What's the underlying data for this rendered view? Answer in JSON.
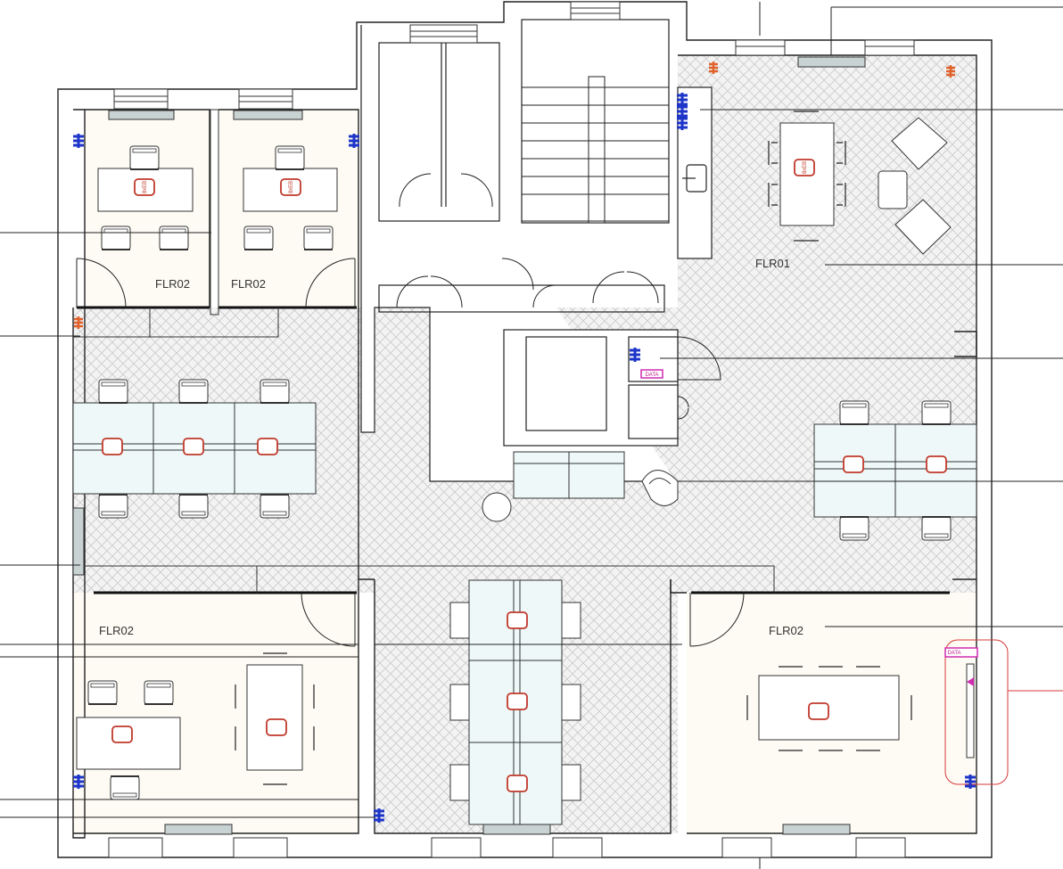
{
  "colors": {
    "wall": "#222222",
    "herringbone_floor": "#d4d4d4",
    "office_floor": "#fdfbf3",
    "desk_fill": "#eef8f8",
    "furniture": "#333333",
    "socket_red": "#c0392b",
    "data_magenta": "#d12bb0",
    "plumbing_blue": "#1d35c9",
    "radiator_orange": "#e0612a",
    "cable_red": "#d63a3a",
    "window_sill": "#c9d2d2"
  },
  "rooms": [
    {
      "id": "office-nw-1",
      "label": "FLR02"
    },
    {
      "id": "office-nw-2",
      "label": "FLR02"
    },
    {
      "id": "open-space-ne",
      "label": "FLR01"
    },
    {
      "id": "office-sw",
      "label": "FLR02"
    },
    {
      "id": "office-se",
      "label": "FLR02"
    }
  ],
  "tags": {
    "socket": "8xEB",
    "data": "DATA"
  },
  "icons": [
    "plumbing-icon",
    "radiator-icon",
    "door-swing-icon",
    "chair-icon",
    "armchair-icon",
    "sofa-icon",
    "round-table-icon",
    "sink-icon"
  ]
}
